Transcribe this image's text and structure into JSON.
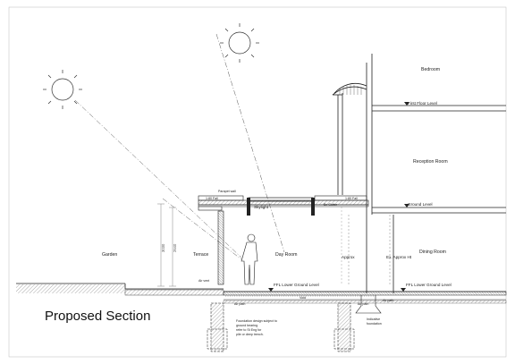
{
  "title": "Proposed Section",
  "rooms": {
    "bedroom": "Bedroom",
    "reception_room": "Reception Room",
    "dining_room": "Dining Room",
    "garden": "Garden",
    "terrace": "Terrace",
    "day_room": "Day Room"
  },
  "levels": {
    "first_floor": "First Floor Level",
    "ground": "Ground Level",
    "ffl_lower_ground_left": "FFL Lower Ground Level",
    "ffl_lower_ground_right": "FFL Lower Ground Level"
  },
  "annotations": {
    "parapet_wall": "Parapet wall",
    "fall_left": "1:80 Fall",
    "fall_right": "1:80 Fall",
    "skylight": "Skylight",
    "box_gutter": "Bx Gutter",
    "approx": "Approx",
    "ex_approx_ht": "Ex. Approx Ht",
    "air_vent": "Air vent",
    "void": "Void",
    "air_path_left": "Air path",
    "air_path_mid": "Air path",
    "air_path_right": "Air path",
    "indicative_foundation": [
      "Indicative",
      "foundation"
    ],
    "foundation_note": [
      "Foundation design subject to",
      "ground bearing",
      "refer to St Eng for",
      "pile or deep trench."
    ]
  },
  "dimensions": {
    "dim_a": "3030",
    "dim_b": "2640"
  },
  "colors": {
    "line": "#222222",
    "light_line": "#888888",
    "hatch": "#555555",
    "paper": "#ffffff"
  }
}
